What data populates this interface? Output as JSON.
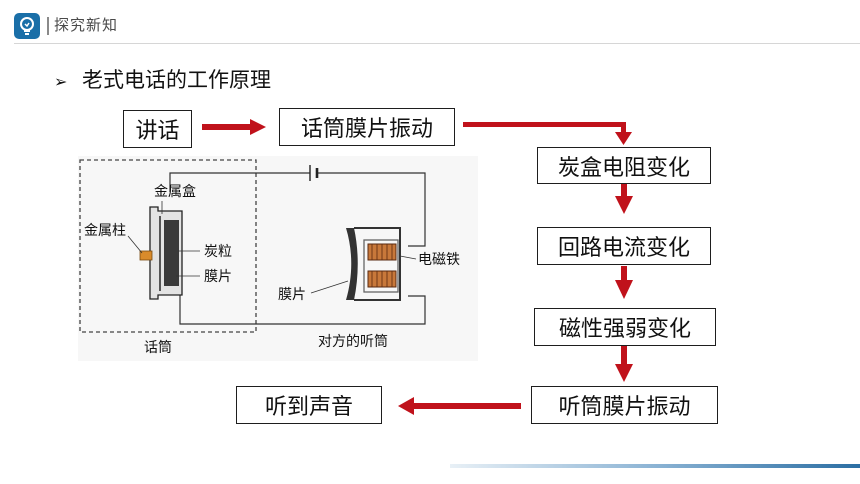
{
  "header": {
    "title": "探究新知",
    "icon": "lightbulb-icon"
  },
  "section": {
    "bullet": "➢",
    "title": "老式电话的工作原理"
  },
  "flow": {
    "speak": "讲话",
    "mic_diaphragm": "话筒膜片振动",
    "carbon_resistance": "炭盒电阻变化",
    "loop_current": "回路电流变化",
    "magnetism": "磁性强弱变化",
    "earpiece_diaphragm": "听筒膜片振动",
    "hear_sound": "听到声音"
  },
  "diagram": {
    "metal_box": "金属盒",
    "metal_post": "金属柱",
    "carbon_grains": "炭粒",
    "diaphragm_left": "膜片",
    "microphone": "话筒",
    "electromagnet": "电磁铁",
    "diaphragm_right": "膜片",
    "remote_earpiece": "对方的听筒"
  },
  "colors": {
    "arrow": "#c0121b",
    "header_icon": "#1a6fa8"
  }
}
